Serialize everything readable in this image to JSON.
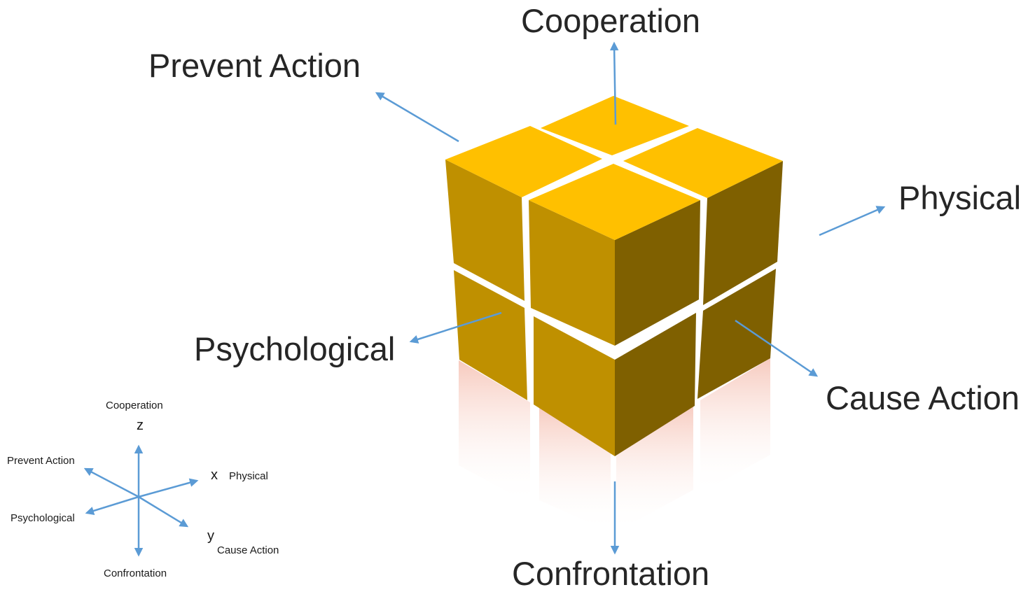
{
  "main_labels": {
    "cooperation": "Cooperation",
    "prevent_action": "Prevent Action",
    "physical": "Physical",
    "psychological": "Psychological",
    "cause_action": "Cause Action",
    "confrontation": "Confrontation"
  },
  "axis_legend": {
    "z_letter": "z",
    "x_letter": "x",
    "y_letter": "y",
    "cooperation": "Cooperation",
    "prevent_action": "Prevent Action",
    "physical": "Physical",
    "psychological": "Psychological",
    "cause_action": "Cause Action",
    "confrontation": "Confrontation"
  },
  "colors": {
    "arrow": "#5b9bd5",
    "cube_top": "#ffc000",
    "cube_left": "#bf9000",
    "cube_right": "#7f6000",
    "reflection": "#f4b8a8",
    "background": "#ffffff"
  }
}
